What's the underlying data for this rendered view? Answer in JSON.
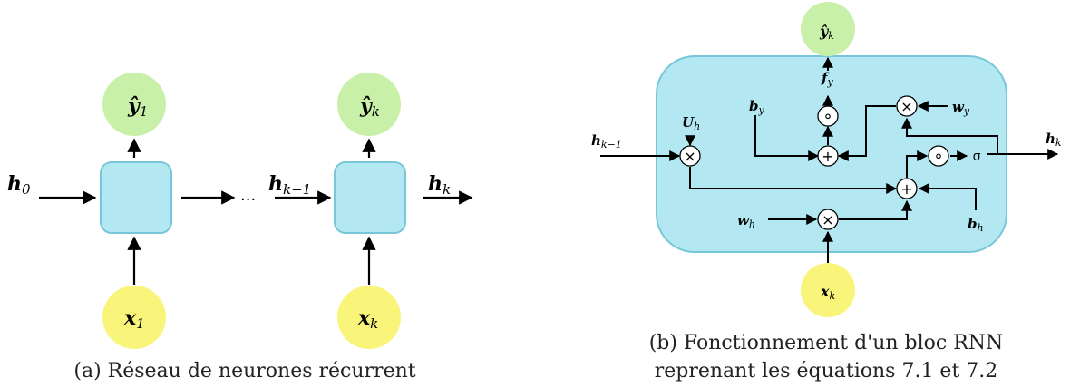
{
  "figure_a": {
    "caption": "(a) Réseau de neurones récurrent",
    "inputs": [
      {
        "base": "x",
        "sub": "1"
      },
      {
        "base": "x",
        "sub": "k"
      }
    ],
    "outputs": [
      {
        "base": "ŷ",
        "sub": "1"
      },
      {
        "base": "ŷ",
        "sub": "k"
      }
    ],
    "h0": {
      "base": "h",
      "sub": "0"
    },
    "hk1": {
      "base": "h",
      "sub": "k−1"
    },
    "hk": {
      "base": "h",
      "sub": "k"
    },
    "ellipsis": "···"
  },
  "figure_b": {
    "caption_line1": "(b) Fonctionnement d'un bloc RNN",
    "caption_line2": "reprenant les équations 7.1 et 7.2",
    "input": {
      "base": "x",
      "sub": "k"
    },
    "output": {
      "base": "ŷ",
      "sub": "k"
    },
    "h_in": {
      "base": "h",
      "sub": "k−1"
    },
    "h_out": {
      "base": "h",
      "sub": "k"
    },
    "U": {
      "base": "U",
      "sub": "h"
    },
    "by": {
      "base": "b",
      "sub": "y"
    },
    "fy": {
      "base": "f",
      "sub": "y"
    },
    "wy": {
      "base": "w",
      "sub": "y"
    },
    "wh": {
      "base": "w",
      "sub": "h"
    },
    "bh": {
      "base": "b",
      "sub": "h"
    },
    "sigma": "σ",
    "times": "×",
    "plus": "+",
    "odot": "∘"
  },
  "colors": {
    "cell": "#b3e8f2",
    "cell_stroke": "#78c7d8",
    "output": "#c8f0a8",
    "input": "#f8f57a"
  }
}
